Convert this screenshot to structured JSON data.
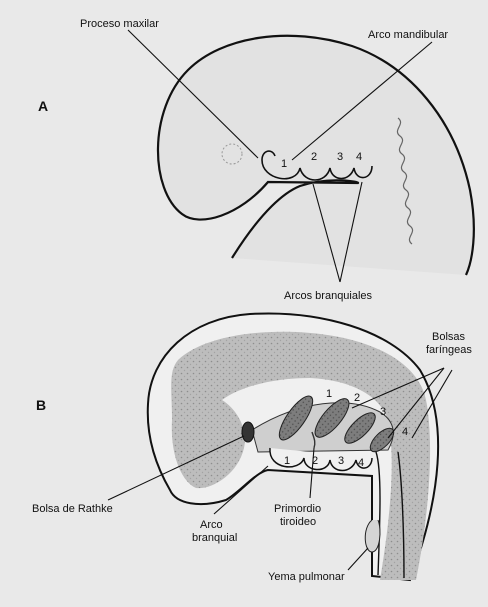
{
  "panel_a": {
    "letter": "A",
    "labels": {
      "maxillary": "Proceso maxilar",
      "mandibular": "Arco mandibular",
      "arches": "Arcos branquiales"
    },
    "arch_numbers": [
      "1",
      "2",
      "3",
      "4"
    ]
  },
  "panel_b": {
    "letter": "B",
    "labels": {
      "pouches_line1": "Bolsas",
      "pouches_line2": "faríngeas",
      "rathke": "Bolsa de Rathke",
      "arch_line1": "Arco",
      "arch_line2": "branquial",
      "thyroid_line1": "Primordio",
      "thyroid_line2": "tiroideo",
      "lung": "Yema pulmonar"
    },
    "arch_numbers": [
      "1",
      "2",
      "3",
      "4"
    ],
    "pouch_numbers": [
      "1",
      "2",
      "3",
      "4"
    ]
  }
}
